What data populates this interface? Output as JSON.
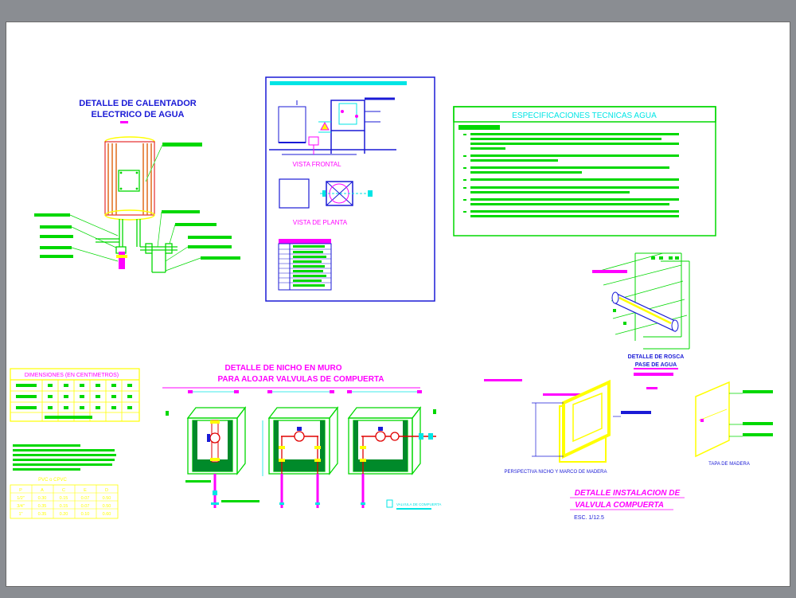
{
  "colors": {
    "background": "#8a8d92",
    "sheet": "#ffffff",
    "title_blue": "#1a1ad6",
    "green": "#00d800",
    "magenta": "#ff00ff",
    "yellow": "#ffff00",
    "cyan": "#00e5e5",
    "red": "#e00000",
    "orange": "#e06a1a"
  },
  "heater": {
    "title_line1": "DETALLE DE CALENTADOR",
    "title_line2": "ELECTRICO DE AGUA"
  },
  "views": {
    "front_label": "VISTA FRONTAL",
    "plan_label": "VISTA DE PLANTA"
  },
  "specs": {
    "title": "ESPECIFICACIONES TECNICAS AGUA"
  },
  "dimensions": {
    "title": "DIMENSIONES (EN CENTIMETROS)",
    "valve_table_header": "PVC o CPVC",
    "valve_table_cols": [
      "P",
      "A",
      "C",
      "E",
      "D"
    ],
    "valve_table_rows": [
      [
        "1/2\"",
        "0.30",
        "0.15",
        "0.07",
        "0.50"
      ],
      [
        "3/4\"",
        "0.35",
        "0.15",
        "0.07",
        "0.50"
      ],
      [
        "1\"",
        "0.35",
        "0.20",
        "0.10",
        "0.60"
      ]
    ]
  },
  "niche": {
    "title_line1": "DETALLE DE NICHO EN MURO",
    "title_line2": "PARA ALOJAR VALVULAS DE COMPUERTA",
    "legend_text": "VALVULA DE COMPUERTA"
  },
  "valve_install": {
    "title_line1": "DETALLE INSTALACION DE",
    "title_line2": "VALVULA COMPUERTA",
    "scale": "ESC. 1/12.5",
    "niche_label": "PERSPECTIVA NICHO Y MARCO DE MADERA",
    "lid_label": "TAPA DE MADERA"
  },
  "pipe_detail": {
    "title_line1": "DETALLE DE ROSCA",
    "title_line2": "PASE DE AGUA"
  }
}
